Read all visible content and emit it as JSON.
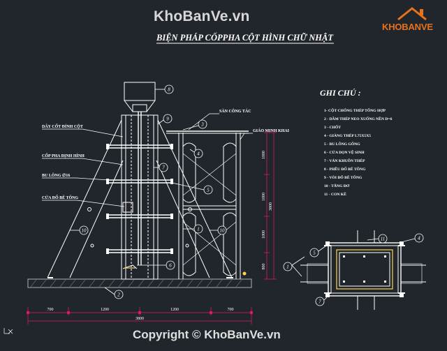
{
  "title": "BIỆN PHÁP CỐPPHA CỘT HÌNH CHỮ NHẬT",
  "watermark_top": "KhoBanVe.vn",
  "watermark_bottom": "Copyright © KhoBanVe.vn",
  "logo_text": "KHOBANVE",
  "legend": {
    "heading": "GHI CHÚ :",
    "items": [
      "1- CỘT CHỐNG THÉP TỔNG HỢP",
      "2 - DẦM THÉP NEO XUỐNG NỀN D=6",
      "3 - CHỐT",
      "4 - GIÀNG THÉP L75X5X5",
      "5 - BU LÔNG GÔNG",
      "6 - CỬA DỌN VỆ SINH",
      "7 - VÁN KHUÔN THÉP",
      "8 - PHỄU ĐỔ BÊ TÔNG",
      "9 - VÒI ĐỔ BÊ TÔNG",
      "10 - TĂNG ĐƠ",
      "11 - CON KÊ"
    ]
  },
  "labels": {
    "day_cot_dinh_cot": "DÂY CỐT ĐỈNH CỘT",
    "cop_pha_dinh_hinh": "CỐP PHA ĐỊNH HÌNH",
    "bu_long": "BU LÔNG ∅16",
    "cua_do_be_tong": "CỬA ĐỔ BÊ TÔNG",
    "san_cong_tac": "SÀN CÔNG TÁC",
    "giao_minh_khan": "GIÁO MINH KHAI"
  },
  "dimensions_bottom": [
    "700",
    "1200",
    "1200",
    "700"
  ],
  "dimension_total": "3800",
  "dimensions_vertical": [
    "1000",
    "1000",
    "1000",
    "800"
  ],
  "dimension_vertical_total": "3800",
  "callouts_left": [
    "8",
    "9",
    "3",
    "4",
    "7",
    "5",
    "10",
    "1",
    "10",
    "6",
    "2"
  ],
  "callouts_right": [
    "11",
    "4",
    "1",
    "5",
    "7"
  ],
  "colors": {
    "background": "#21262d",
    "lines": "#ffffff",
    "dimension": "#d81b60",
    "ground_hatch": "#b0b0b0",
    "accent": "#ffd54f",
    "logo": "#e8711c"
  }
}
